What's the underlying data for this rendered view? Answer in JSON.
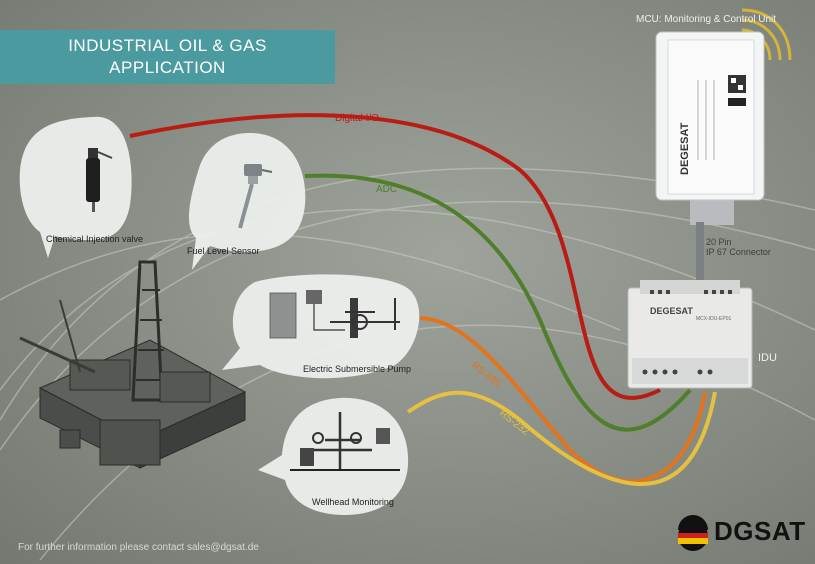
{
  "title": {
    "line1": "INDUSTRIAL OIL & GAS",
    "line2": "APPLICATION"
  },
  "sensors": {
    "chemical_injection": "Chemical Injection valve",
    "fuel_level": "Fuel Level Sensor",
    "esp": "Electric Submersible Pump",
    "wellhead": "Wellhead Monitoring"
  },
  "connections": {
    "digital_io": "Digital I/O",
    "adc": "ADC",
    "rs485": "RS-485",
    "rs232": "RS-232"
  },
  "devices": {
    "mcu_label": "MCU: Monitoring & Control Unit",
    "mcu_brand": "DEGESAT",
    "connector_line1": "20 Pin",
    "connector_line2": "IP 67 Connector",
    "idu_label": "IDU",
    "idu_brand": "DEGESAT",
    "idu_model": "MCX-IDU-EP01"
  },
  "footer": "For further information please contact sales@dgsat.de",
  "logo": "DGSAT",
  "colors": {
    "title_bg": "#4b9aa0",
    "digital_io": "#b81d13",
    "adc": "#4f7f2b",
    "rs485": "#e2741e",
    "rs232": "#e6c040"
  }
}
